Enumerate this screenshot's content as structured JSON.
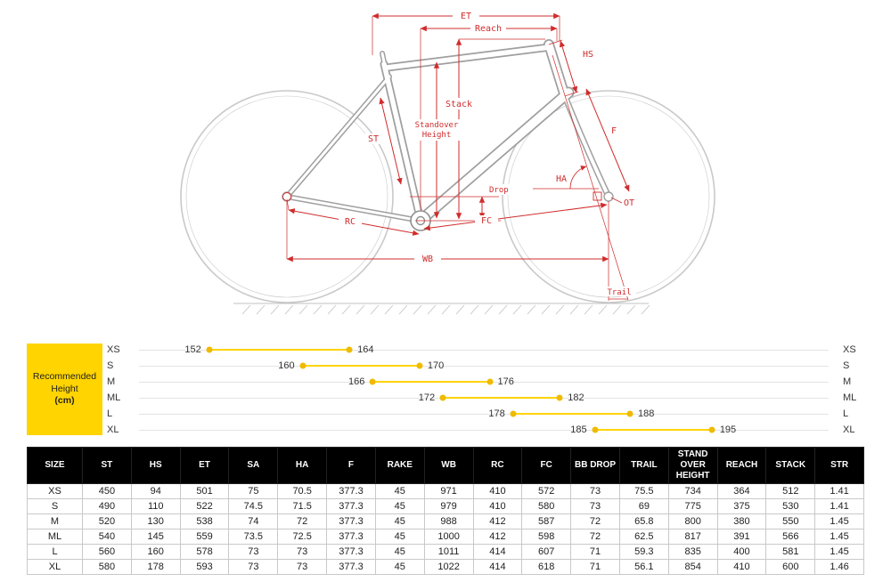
{
  "diagram": {
    "labels": {
      "et": "ET",
      "reach": "Reach",
      "hs": "HS",
      "stack": "Stack",
      "standover_line1": "Standover",
      "standover_line2": "Height",
      "st": "ST",
      "drop": "Drop",
      "ha": "HA",
      "ot": "OT",
      "rc": "RC",
      "fc": "FC",
      "wb": "WB",
      "f": "F",
      "trail": "Trail"
    },
    "annotation_color": "#d02c2c",
    "frame_color": "#9f9f9f",
    "wheel_color": "#c9c9c9"
  },
  "chart_data": {
    "type": "range-dot",
    "title": "Recommended Height (cm)",
    "title_lines": [
      "Recommended",
      "Height",
      "(cm)"
    ],
    "categories": [
      "XS",
      "S",
      "M",
      "ML",
      "L",
      "XL"
    ],
    "ranges": [
      [
        152,
        164
      ],
      [
        160,
        170
      ],
      [
        166,
        176
      ],
      [
        172,
        182
      ],
      [
        178,
        188
      ],
      [
        185,
        195
      ]
    ],
    "xlim": [
      146,
      205
    ],
    "accent": "#ffd400",
    "dot_color": "#efba00"
  },
  "table": {
    "headers": [
      "SIZE",
      "ST",
      "HS",
      "ET",
      "SA",
      "HA",
      "F",
      "RAKE",
      "WB",
      "RC",
      "FC",
      "BB DROP",
      "TRAIL",
      "STAND OVER HEIGHT",
      "REACH",
      "STACK",
      "STR"
    ],
    "rows": [
      [
        "XS",
        "450",
        "94",
        "501",
        "75",
        "70.5",
        "377.3",
        "45",
        "971",
        "410",
        "572",
        "73",
        "75.5",
        "734",
        "364",
        "512",
        "1.41"
      ],
      [
        "S",
        "490",
        "110",
        "522",
        "74.5",
        "71.5",
        "377.3",
        "45",
        "979",
        "410",
        "580",
        "73",
        "69",
        "775",
        "375",
        "530",
        "1.41"
      ],
      [
        "M",
        "520",
        "130",
        "538",
        "74",
        "72",
        "377.3",
        "45",
        "988",
        "412",
        "587",
        "72",
        "65.8",
        "800",
        "380",
        "550",
        "1.45"
      ],
      [
        "ML",
        "540",
        "145",
        "559",
        "73.5",
        "72.5",
        "377.3",
        "45",
        "1000",
        "412",
        "598",
        "72",
        "62.5",
        "817",
        "391",
        "566",
        "1.45"
      ],
      [
        "L",
        "560",
        "160",
        "578",
        "73",
        "73",
        "377.3",
        "45",
        "1011",
        "414",
        "607",
        "71",
        "59.3",
        "835",
        "400",
        "581",
        "1.45"
      ],
      [
        "XL",
        "580",
        "178",
        "593",
        "73",
        "73",
        "377.3",
        "45",
        "1022",
        "414",
        "618",
        "71",
        "56.1",
        "854",
        "410",
        "600",
        "1.46"
      ]
    ]
  }
}
